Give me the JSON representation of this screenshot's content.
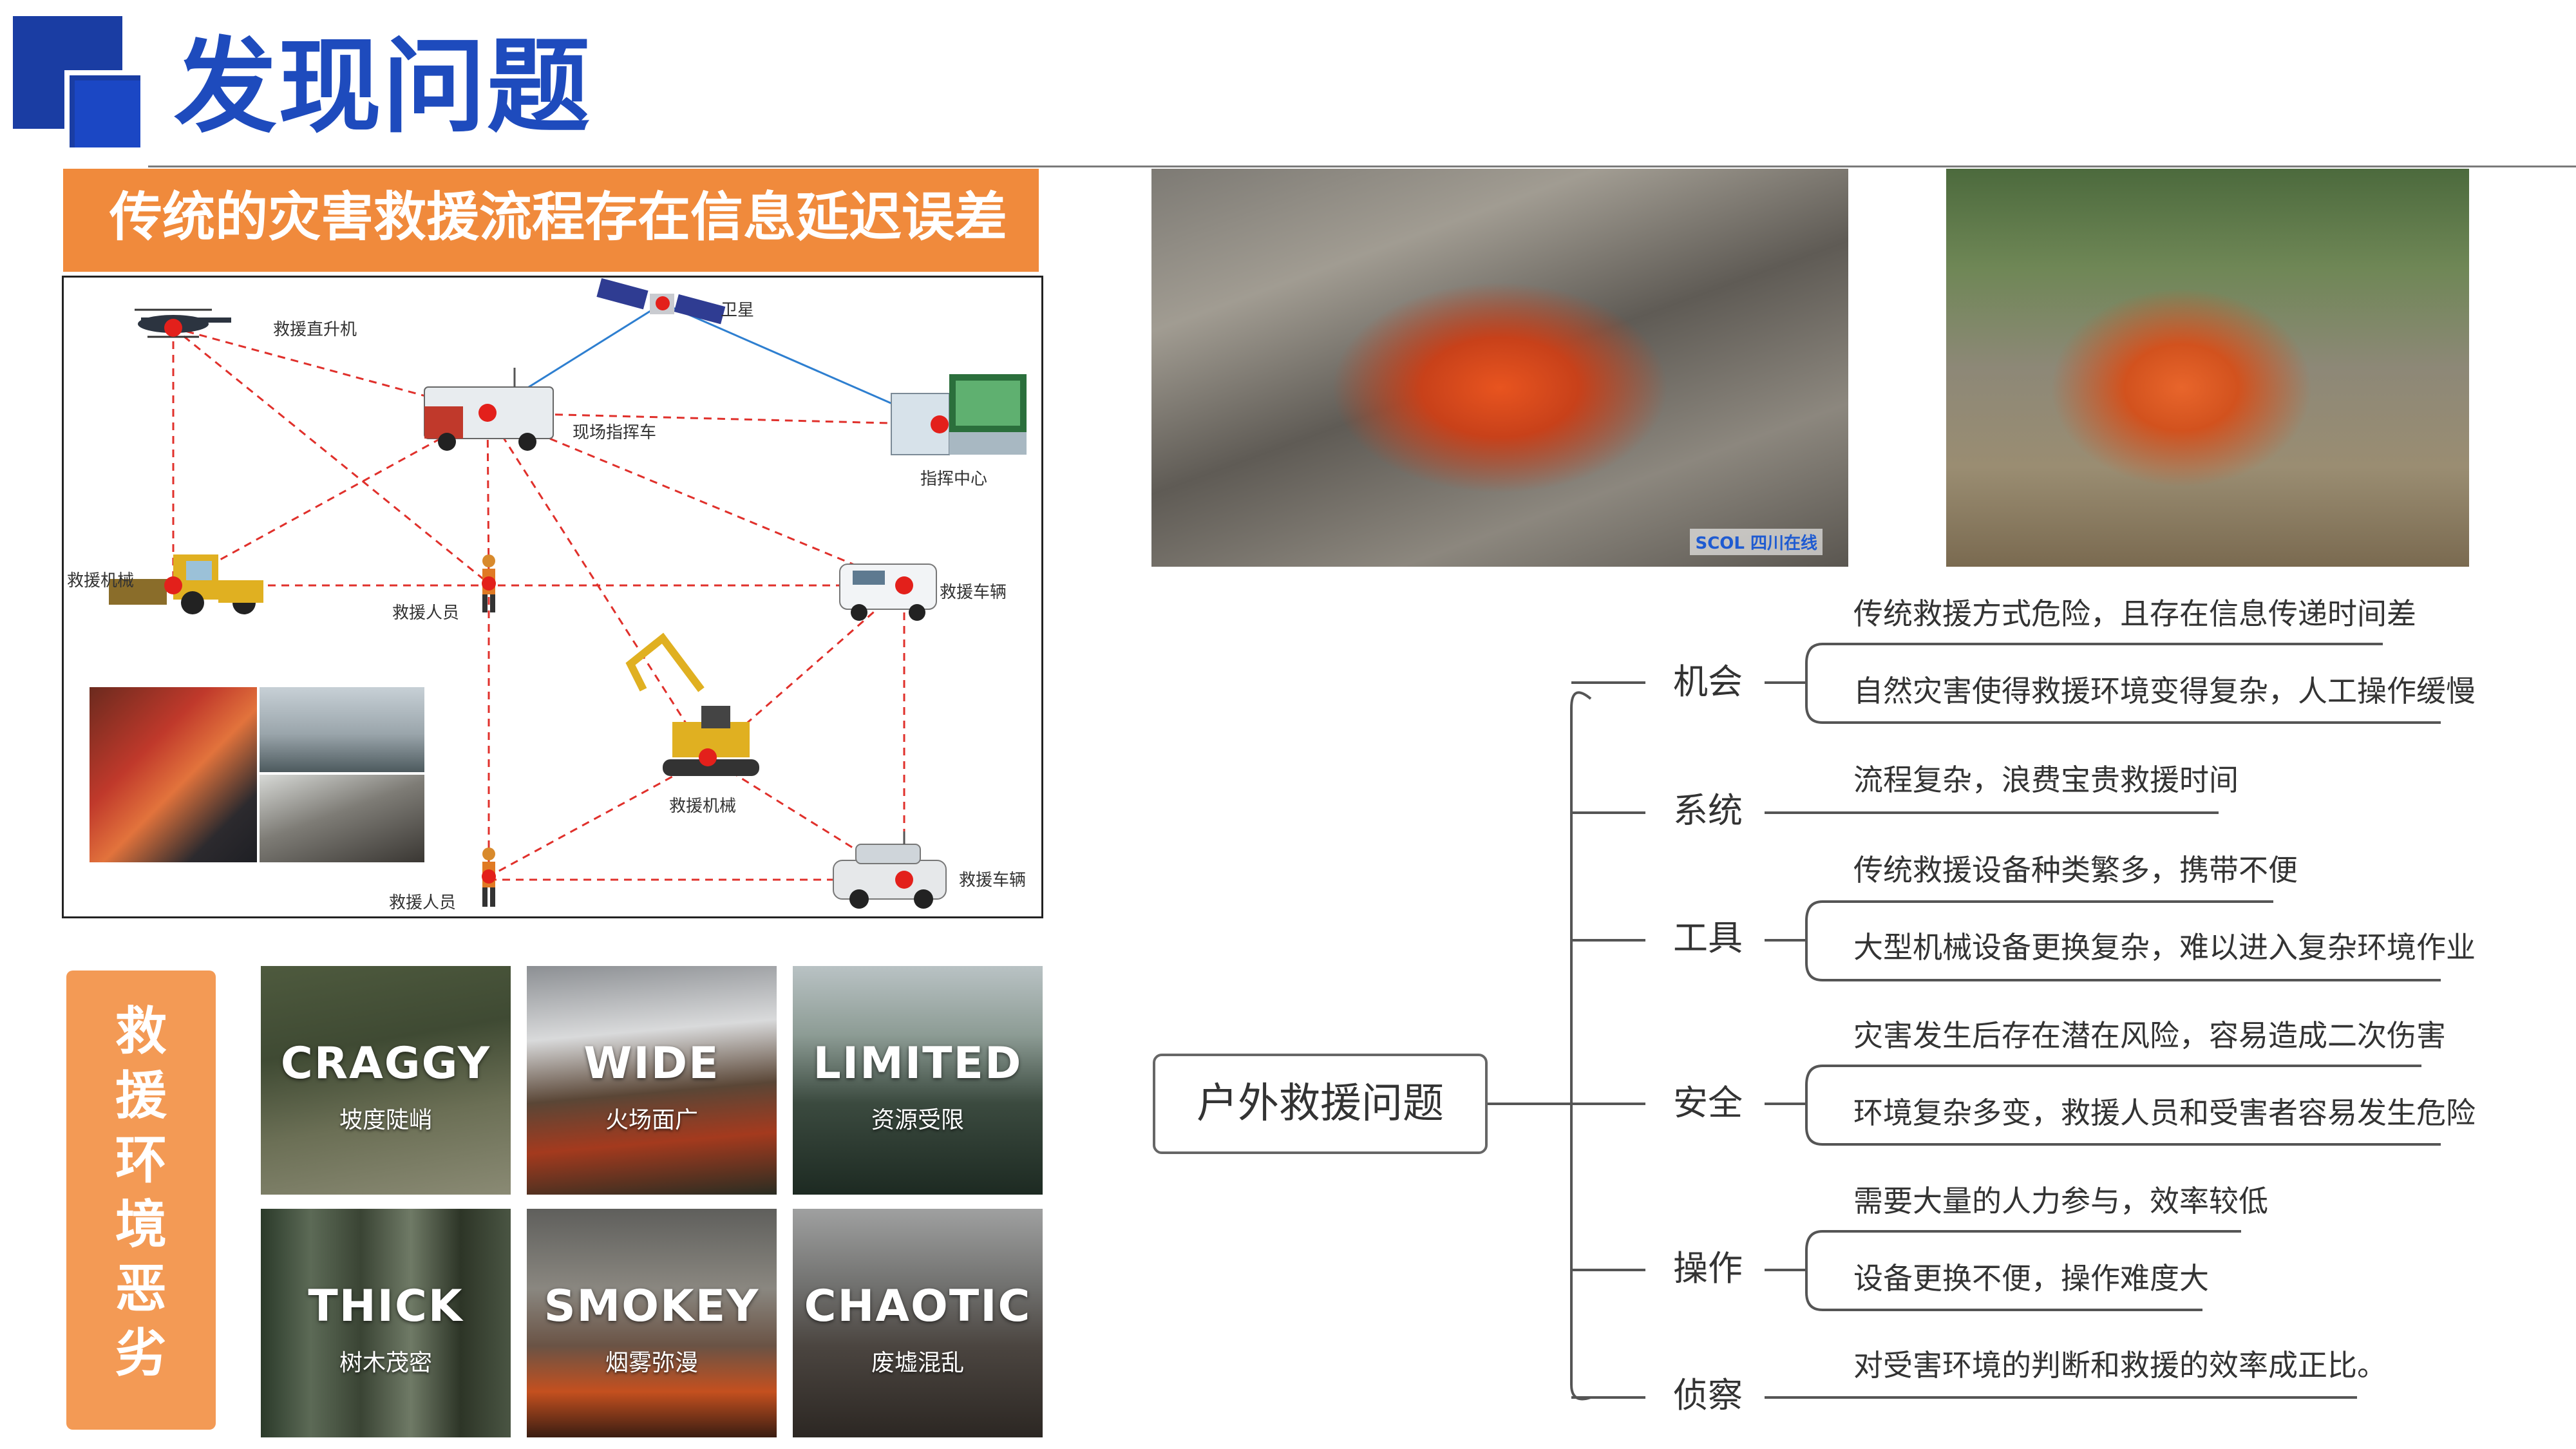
{
  "header": {
    "title": "发现问题"
  },
  "banner": {
    "text": "传统的灾害救援流程存在信息延迟误差"
  },
  "diagram": {
    "labels": {
      "helicopter": "救援直升机",
      "satellite": "卫星",
      "command_vehicle": "现场指挥车",
      "command_center": "指挥中心",
      "machinery_left": "救援机械",
      "rescuer_mid": "救援人员",
      "vehicle_right": "救援车辆",
      "machinery_center": "救援机械",
      "rescuer_bottom": "救援人员",
      "vehicle_bottom": "救援车辆"
    }
  },
  "environment": {
    "side_label": [
      "救",
      "援",
      "环",
      "境",
      "恶",
      "劣"
    ],
    "tiles": [
      {
        "en": "CRAGGY",
        "cn": "坡度陡峭"
      },
      {
        "en": "WIDE",
        "cn": "火场面广"
      },
      {
        "en": "LIMITED",
        "cn": "资源受限"
      },
      {
        "en": "THICK",
        "cn": "树木茂密"
      },
      {
        "en": "SMOKEY",
        "cn": "烟雾弥漫"
      },
      {
        "en": "CHAOTIC",
        "cn": "废墟混乱"
      }
    ]
  },
  "photo_watermark": "SCOL 四川在线",
  "mindmap": {
    "root": "户外救援问题",
    "branches": [
      {
        "label": "机会",
        "leaves": [
          "传统救援方式危险，且存在信息传递时间差",
          "自然灾害使得救援环境变得复杂，人工操作缓慢"
        ]
      },
      {
        "label": "系统",
        "leaves": [
          "流程复杂，浪费宝贵救援时间"
        ]
      },
      {
        "label": "工具",
        "leaves": [
          "传统救援设备种类繁多，携带不便",
          "大型机械设备更换复杂，难以进入复杂环境作业"
        ]
      },
      {
        "label": "安全",
        "leaves": [
          "灾害发生后存在潜在风险，容易造成二次伤害",
          "环境复杂多变，救援人员和受害者容易发生危险"
        ]
      },
      {
        "label": "操作",
        "leaves": [
          "需要大量的人力参与，效率较低",
          "设备更换不便，操作难度大"
        ]
      },
      {
        "label": "侦察",
        "leaves": [
          "对受害环境的判断和救援的效率成正比。"
        ]
      }
    ]
  }
}
